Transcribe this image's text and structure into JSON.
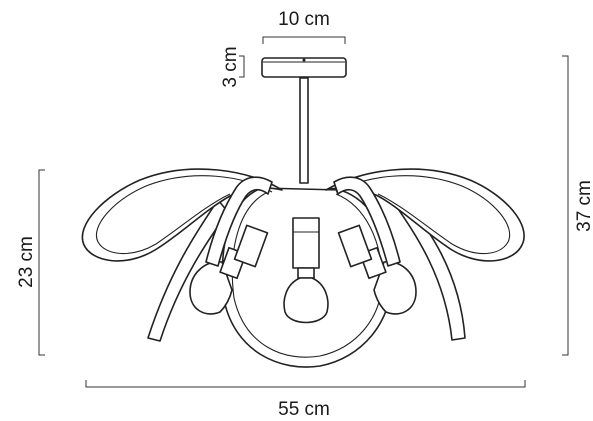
{
  "dimensions": {
    "canopy_width": "10 cm",
    "canopy_height": "3 cm",
    "overall_height": "37 cm",
    "body_height": "23 cm",
    "overall_width": "55 cm"
  }
}
